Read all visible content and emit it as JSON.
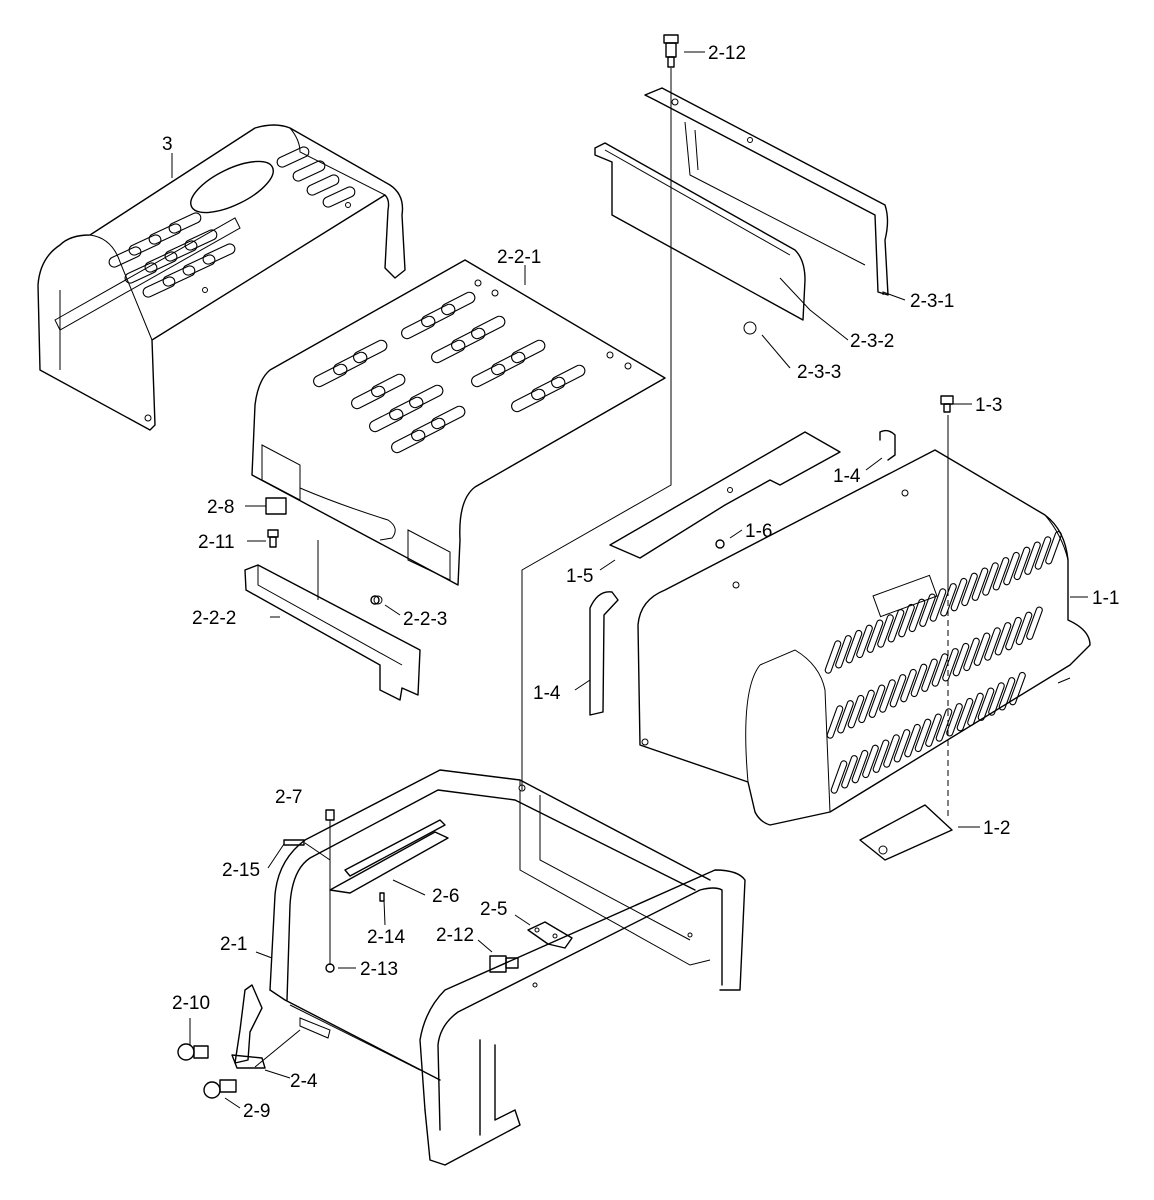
{
  "callouts": {
    "c3": "3",
    "c2_2_1": "2-2-1",
    "c2_12_top": "2-12",
    "c2_3_1": "2-3-1",
    "c2_3_2": "2-3-2",
    "c2_3_3": "2-3-3",
    "c1_3": "1-3",
    "c1_4_top": "1-4",
    "c1_6": "1-6",
    "c1_5": "1-5",
    "c1_1": "1-1",
    "c1_4_left": "1-4",
    "c1_2": "1-2",
    "c2_8": "2-8",
    "c2_11": "2-11",
    "c2_2_2": "2-2-2",
    "c2_2_3": "2-2-3",
    "c2_7": "2-7",
    "c2_15": "2-15",
    "c2_6": "2-6",
    "c2_5": "2-5",
    "c2_14": "2-14",
    "c2_12_bottom": "2-12",
    "c2_1": "2-1",
    "c2_13": "2-13",
    "c2_10": "2-10",
    "c2_4": "2-4",
    "c2_9": "2-9"
  },
  "parts": [
    "part-3-rear-hood",
    "part-2-2-1-top-cover",
    "part-2-3-1-bracket",
    "part-2-3-2-seal-plate",
    "part-1-1-engine-hood",
    "part-1-5-plate",
    "part-1-4-seal",
    "part-1-2-bracket",
    "part-2-2-2-support",
    "part-2-1-frame",
    "part-2-4-latch",
    "part-2-5-hinge",
    "part-2-6-rail"
  ]
}
